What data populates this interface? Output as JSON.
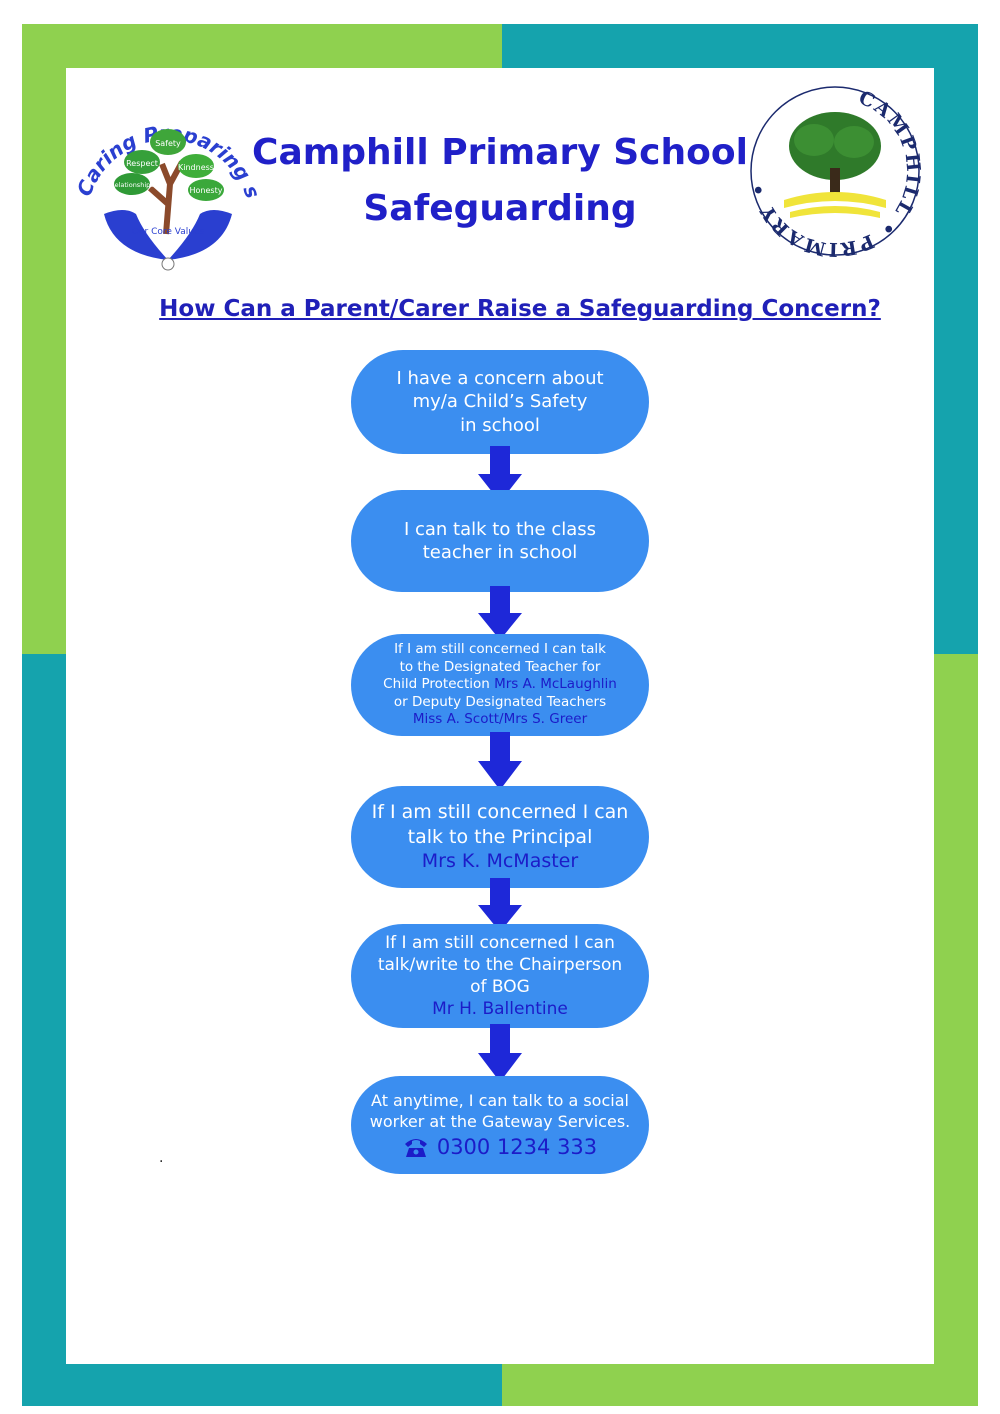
{
  "header": {
    "title_line1": "Camphill Primary School",
    "title_line2": "Safeguarding"
  },
  "left_logo": {
    "text_top": "Caring Preparing sharing",
    "values": [
      "Safety",
      "Respect",
      "Kindness",
      "Relationships",
      "Honesty"
    ],
    "caption": "Our Core Values"
  },
  "right_logo": {
    "text_ring": "CAMPHILL • PRIMARY • SCHOOL"
  },
  "subtitle": "How Can a Parent/Carer Raise a Safeguarding Concern?",
  "flow": {
    "step1": [
      "I have a concern about",
      "my/a Child’s Safety",
      "in school"
    ],
    "step2": [
      "I can talk to the class",
      "teacher in school"
    ],
    "step3": {
      "lines": [
        "If I am still concerned I can talk",
        "to the Designated Teacher for"
      ],
      "line3_plain": "Child Protection ",
      "line3_name": "Mrs A. McLaughlin",
      "line4": "or Deputy Designated Teachers",
      "line5_names": "Miss A. Scott/Mrs S. Greer"
    },
    "step4": [
      "If I am still concerned I can",
      "talk to the Principal"
    ],
    "step4_name": "Mrs K. McMaster",
    "step5": [
      "If I am still concerned I can",
      "talk/write to the Chairperson",
      "of BOG"
    ],
    "step5_name": "Mr H. Ballentine",
    "step6": [
      "At anytime, I can talk to a social",
      "worker at the Gateway Services."
    ],
    "step6_phone": "0300 1234 333"
  },
  "footer_mark": ".",
  "colors": {
    "frame_green": "#8fd14f",
    "frame_teal": "#15a3ad",
    "box_blue": "#3b8ef0",
    "arrow_blue": "#1e28d8",
    "title_blue": "#2020c8"
  }
}
